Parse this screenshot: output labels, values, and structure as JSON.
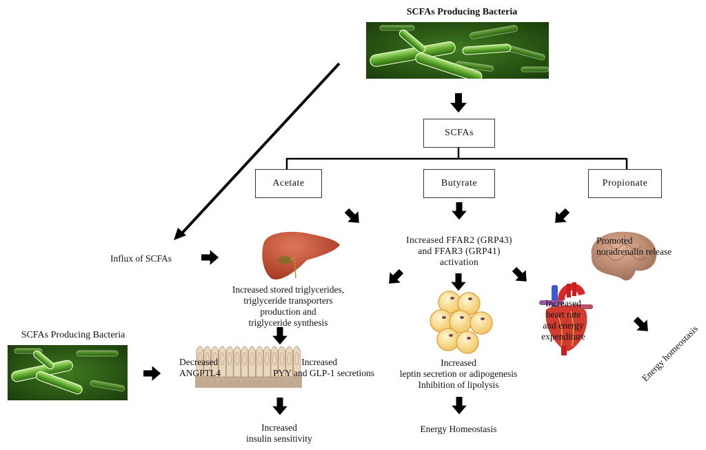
{
  "diagram": {
    "top_bacteria_title": "SCFAs Producing Bacteria",
    "scfas_box": "SCFAs",
    "acetate_box": "Acetate",
    "butyrate_box": "Butyrate",
    "propionate_box": "Propionate",
    "influx_label": "Influx of SCFAs",
    "liver_text": [
      "Increased stored triglycerides,",
      "triglyceride transporters",
      "production and",
      "triglyceride synthesis"
    ],
    "ffar_text": [
      "Increased FFAR2 (GRP43)",
      "and FFAR3 (GRP41)",
      "activation"
    ],
    "brain_text": [
      "Promoted",
      "noradrenalin release"
    ],
    "heart_text": [
      "Increased",
      "heart rate",
      "and energy",
      "expenditure"
    ],
    "energy_rotated": "Energy homeostasis",
    "bottom_bacteria_title": "SCFAs Producing Bacteria",
    "decreased_text": [
      "Decreased",
      "ANGPTL4"
    ],
    "increased_pyy_text": [
      "Increased",
      "PYY and GLP-1 secretions"
    ],
    "insulin_text": [
      "Increased",
      "insulin sensitivity"
    ],
    "adipose_text": [
      "Increased",
      "leptin secretion or adipogenesis",
      "Inhibition of lipolysis"
    ],
    "energy_homeostasis": "Energy Homeostasis"
  }
}
